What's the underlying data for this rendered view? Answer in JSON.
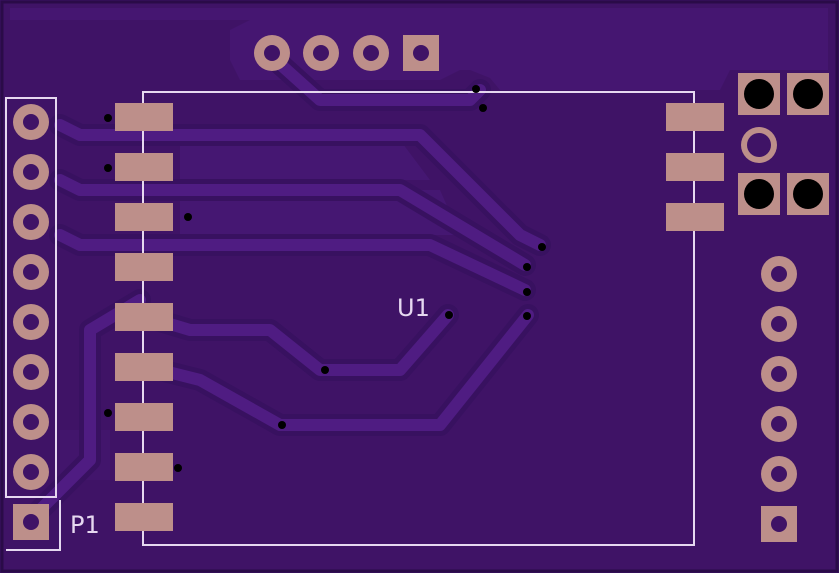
{
  "board": {
    "colors": {
      "background": "#3b1263",
      "substrate": "#3f1366",
      "copper_pour": "#4a1a7a",
      "trace": "#4f1c82",
      "clearance": "#381160",
      "pad": "#bd8f8a",
      "silkscreen": "#e6d8f0",
      "drill": "#000000"
    },
    "labels": {
      "u1": "U1",
      "p1": "P1"
    },
    "components": {
      "u1": {
        "ref": "U1",
        "left_pads": 9,
        "right_pads": 3
      },
      "p1": {
        "ref": "P1",
        "pins": 9
      },
      "top_header": {
        "pins": 4
      },
      "right_header": {
        "pins": 6
      },
      "switch": {
        "pads": 5
      }
    }
  }
}
